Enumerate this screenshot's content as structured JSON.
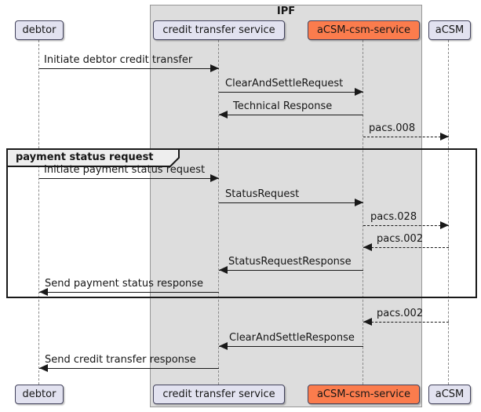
{
  "diagram_type": "uml-sequence-diagram",
  "container_box": {
    "title": "IPF"
  },
  "frame": {
    "label": "payment status request"
  },
  "participants": [
    {
      "name": "debtor",
      "highlight": false
    },
    {
      "name": "credit transfer service",
      "highlight": false
    },
    {
      "name": "aCSM-csm-service",
      "highlight": true
    },
    {
      "name": "aCSM",
      "highlight": false
    }
  ],
  "messages": [
    {
      "from": "debtor",
      "to": "credit transfer service",
      "label": "Initiate debtor credit transfer",
      "line": "solid",
      "direction": "right",
      "in_frame": false
    },
    {
      "from": "credit transfer service",
      "to": "aCSM-csm-service",
      "label": "ClearAndSettleRequest",
      "line": "solid",
      "direction": "right",
      "in_frame": false
    },
    {
      "from": "aCSM-csm-service",
      "to": "credit transfer service",
      "label": "Technical Response",
      "line": "solid",
      "direction": "left",
      "in_frame": false
    },
    {
      "from": "aCSM-csm-service",
      "to": "aCSM",
      "label": "pacs.008",
      "line": "dashed",
      "direction": "right",
      "in_frame": false
    },
    {
      "from": "debtor",
      "to": "credit transfer service",
      "label": "Initiate payment status request",
      "line": "solid",
      "direction": "right",
      "in_frame": true
    },
    {
      "from": "credit transfer service",
      "to": "aCSM-csm-service",
      "label": "StatusRequest",
      "line": "solid",
      "direction": "right",
      "in_frame": true
    },
    {
      "from": "aCSM-csm-service",
      "to": "aCSM",
      "label": "pacs.028",
      "line": "dashed",
      "direction": "right",
      "in_frame": true
    },
    {
      "from": "aCSM",
      "to": "aCSM-csm-service",
      "label": "pacs.002",
      "line": "dashed",
      "direction": "left",
      "in_frame": true
    },
    {
      "from": "aCSM-csm-service",
      "to": "credit transfer service",
      "label": "StatusRequestResponse",
      "line": "solid",
      "direction": "left",
      "in_frame": true
    },
    {
      "from": "credit transfer service",
      "to": "debtor",
      "label": "Send payment status response",
      "line": "solid",
      "direction": "left",
      "in_frame": true
    },
    {
      "from": "aCSM",
      "to": "aCSM-csm-service",
      "label": "pacs.002",
      "line": "dashed",
      "direction": "left",
      "in_frame": false
    },
    {
      "from": "aCSM-csm-service",
      "to": "credit transfer service",
      "label": "ClearAndSettleResponse",
      "line": "solid",
      "direction": "left",
      "in_frame": false
    },
    {
      "from": "credit transfer service",
      "to": "debtor",
      "label": "Send credit transfer response",
      "line": "solid",
      "direction": "left",
      "in_frame": false
    }
  ],
  "colors": {
    "container_fill": "#DDDDDD",
    "participant_fill": "#E2E2F0",
    "highlight_fill": "#FB7C4D",
    "line": "#191919",
    "lifeline": "#8A8A8A"
  }
}
